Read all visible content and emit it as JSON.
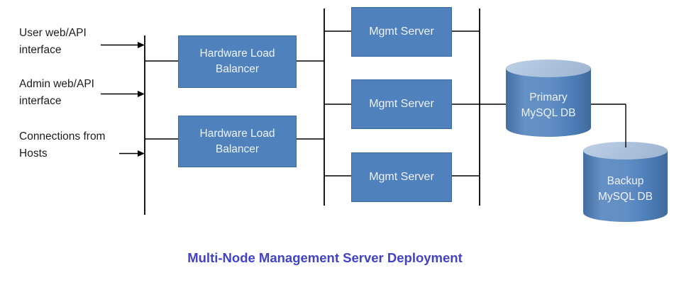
{
  "colors": {
    "node-fill": "#4f81bd",
    "node-border": "#3e6a9e",
    "node-text": "#eef2f8",
    "cylinder-top": "#a9c2e0",
    "line": "#000000",
    "label-text": "#1c1c1c",
    "title-color": "#4242c9"
  },
  "diagram": {
    "title": "Multi-Node Management Server Deployment",
    "external_inputs": [
      {
        "line1": "User web/API",
        "line2": "interface"
      },
      {
        "line1": "Admin web/API",
        "line2": "interface"
      },
      {
        "line1": "Connections from",
        "line2": "Hosts"
      }
    ],
    "load_balancers": [
      {
        "line1": "Hardware Load",
        "line2": "Balancer"
      },
      {
        "line1": "Hardware Load",
        "line2": "Balancer"
      }
    ],
    "mgmt_servers": [
      {
        "label": "Mgmt Server"
      },
      {
        "label": "Mgmt Server"
      },
      {
        "label": "Mgmt Server"
      }
    ],
    "databases": [
      {
        "line1": "Primary",
        "line2": "MySQL DB"
      },
      {
        "line1": "Backup",
        "line2": "MySQL DB"
      }
    ]
  }
}
